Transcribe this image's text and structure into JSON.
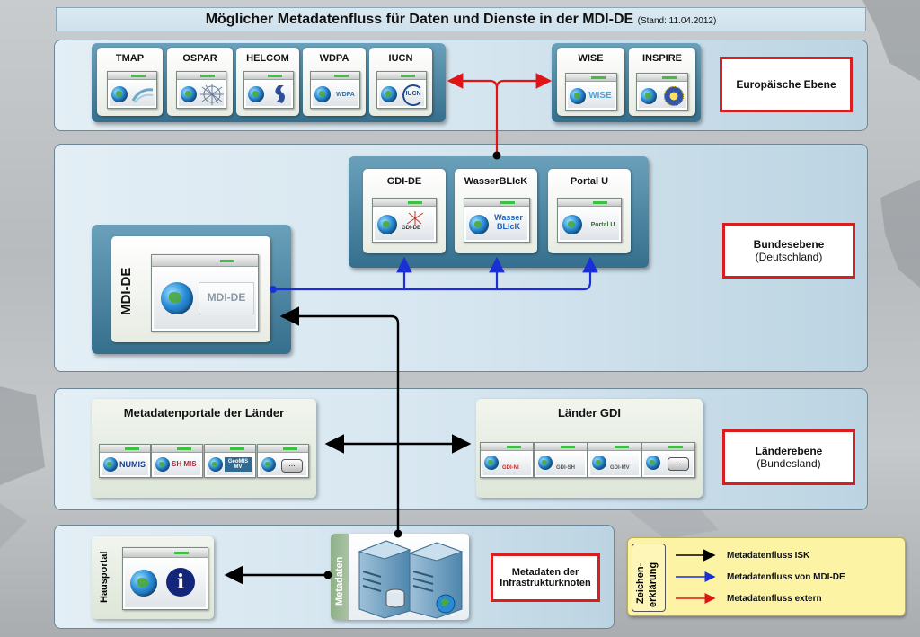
{
  "title": {
    "main": "Möglicher Metadatenfluss für Daten und Dienste in der MDI-DE",
    "stand": "(Stand: 11.04.2012)"
  },
  "europe": {
    "cards": [
      {
        "label": "TMAP",
        "logo": ""
      },
      {
        "label": "OSPAR",
        "logo": ""
      },
      {
        "label": "HELCOM",
        "logo": ""
      },
      {
        "label": "WDPA",
        "logo": "WDPA"
      },
      {
        "label": "IUCN",
        "logo": "IUCN"
      }
    ],
    "cards_right": [
      {
        "label": "WISE",
        "logo": "WISE"
      },
      {
        "label": "INSPIRE",
        "logo": ""
      }
    ],
    "level": {
      "title": "Europäische Ebene",
      "sub": ""
    }
  },
  "bund": {
    "cards": [
      {
        "label": "GDI-DE",
        "logo": "GDI-DE"
      },
      {
        "label": "WasserBLIcK",
        "logo": "Wasser BLIcK"
      },
      {
        "label": "Portal U",
        "logo": "Portal U"
      }
    ],
    "mdi": {
      "label": "MDI-DE",
      "logo": "MDI-DE"
    },
    "level": {
      "title": "Bundesebene",
      "sub": "(Deutschland)"
    }
  },
  "laender": {
    "portale": {
      "title": "Metadatenportale der Länder",
      "logos": [
        "NUMIS",
        "SH MIS",
        "GeoMIS MV",
        "..."
      ]
    },
    "gdi": {
      "title": "Länder GDI",
      "logos": [
        "GDI-NI",
        "GDI-SH",
        "GDI-MV",
        "..."
      ]
    },
    "level": {
      "title": "Länderebene",
      "sub": "(Bundesland)"
    }
  },
  "infra": {
    "hausportal": "Hausportal",
    "metadaten": "Metadaten",
    "level": {
      "title": "Metadaten der",
      "sub": "Infrastrukturknoten"
    }
  },
  "legend": {
    "heading_line1": "Zeichen-",
    "heading_line2": "erklärung",
    "items": [
      {
        "label": "Metadatenfluss ISK",
        "color": "#000000"
      },
      {
        "label": "Metadatenfluss von MDI-DE",
        "color": "#1a2fd6"
      },
      {
        "label": "Metadatenfluss extern",
        "color": "#e01414"
      }
    ]
  },
  "colors": {
    "external": "#e01414",
    "mdi": "#1a2fd6",
    "isk": "#000000",
    "level_border": "#d81e1e"
  }
}
